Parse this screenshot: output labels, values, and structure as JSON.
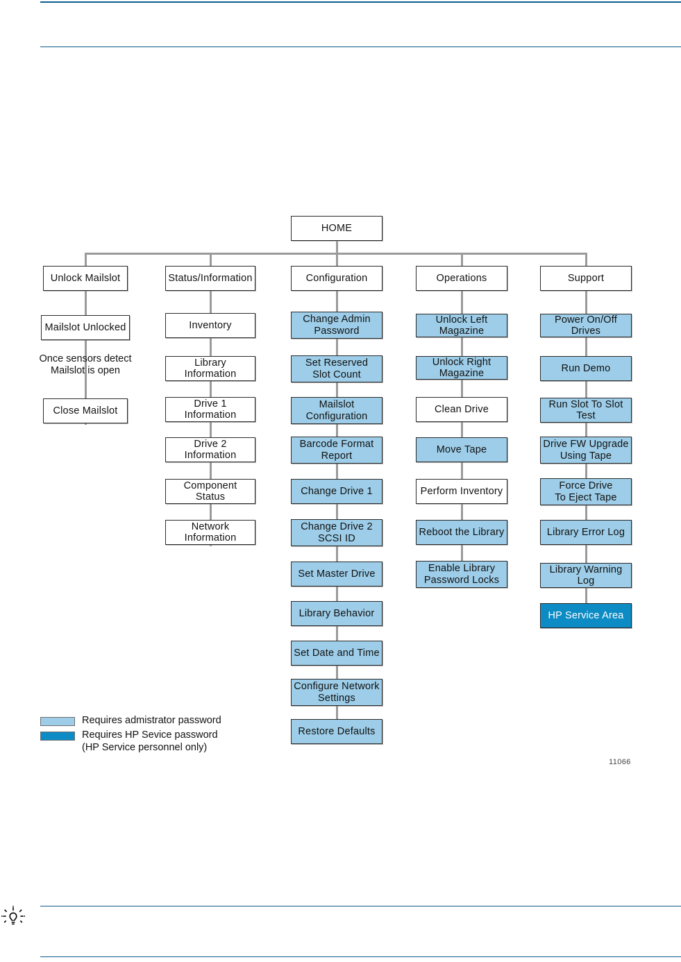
{
  "figure": {
    "id_label": "11066",
    "root": {
      "label": "HOME"
    },
    "legend": {
      "admin_label": "Requires admistrator password",
      "service_label": "Requires HP Sevice password\n(HP Service personnel only)",
      "admin_color": "#9DCDE8",
      "service_color": "#0C8BC4"
    },
    "columns": [
      {
        "name": "unlock-mailslot",
        "header": "Unlock Mailslot",
        "items": [
          {
            "label": "Mailslot Unlocked",
            "level": "normal"
          },
          {
            "label": "Once sensors detect\nMailslot is open",
            "level": "note"
          },
          {
            "label": "Close Mailslot",
            "level": "normal"
          }
        ]
      },
      {
        "name": "status-information",
        "header": "Status/Information",
        "items": [
          {
            "label": "Inventory",
            "level": "normal"
          },
          {
            "label": "Library Information",
            "level": "normal"
          },
          {
            "label": "Drive 1 Information",
            "level": "normal"
          },
          {
            "label": "Drive 2 Information",
            "level": "normal"
          },
          {
            "label": "Component Status",
            "level": "normal"
          },
          {
            "label": "Network Information",
            "level": "normal"
          }
        ]
      },
      {
        "name": "configuration",
        "header": "Configuration",
        "items": [
          {
            "label": "Change Admin\nPassword",
            "level": "admin"
          },
          {
            "label": "Set Reserved\nSlot Count",
            "level": "admin"
          },
          {
            "label": "Mailslot\nConfiguration",
            "level": "admin"
          },
          {
            "label": "Barcode Format\nReport",
            "level": "admin"
          },
          {
            "label": "Change Drive 1",
            "level": "admin"
          },
          {
            "label": "Change Drive 2\nSCSI ID",
            "level": "admin"
          },
          {
            "label": "Set Master Drive",
            "level": "admin"
          },
          {
            "label": "Library Behavior",
            "level": "admin"
          },
          {
            "label": "Set  Date and Time",
            "level": "admin"
          },
          {
            "label": "Configure Network\nSettings",
            "level": "admin"
          },
          {
            "label": "Restore Defaults",
            "level": "admin"
          }
        ]
      },
      {
        "name": "operations",
        "header": "Operations",
        "items": [
          {
            "label": "Unlock Left Magazine",
            "level": "admin"
          },
          {
            "label": "Unlock Right Magazine",
            "level": "admin"
          },
          {
            "label": "Clean Drive",
            "level": "normal"
          },
          {
            "label": "Move Tape",
            "level": "admin"
          },
          {
            "label": "Perform Inventory",
            "level": "normal"
          },
          {
            "label": "Reboot the Library",
            "level": "admin"
          },
          {
            "label": "Enable Library\nPassword Locks",
            "level": "admin"
          }
        ]
      },
      {
        "name": "support",
        "header": "Support",
        "items": [
          {
            "label": "Power On/Off Drives",
            "level": "admin"
          },
          {
            "label": "Run Demo",
            "level": "admin"
          },
          {
            "label": "Run Slot To Slot Test",
            "level": "admin"
          },
          {
            "label": "Drive FW Upgrade\nUsing Tape",
            "level": "admin"
          },
          {
            "label": "Force Drive\nTo Eject Tape",
            "level": "admin"
          },
          {
            "label": "Library Error Log",
            "level": "admin"
          },
          {
            "label": "Library Warning Log",
            "level": "admin"
          },
          {
            "label": "HP Service Area",
            "level": "service"
          }
        ]
      }
    ]
  }
}
